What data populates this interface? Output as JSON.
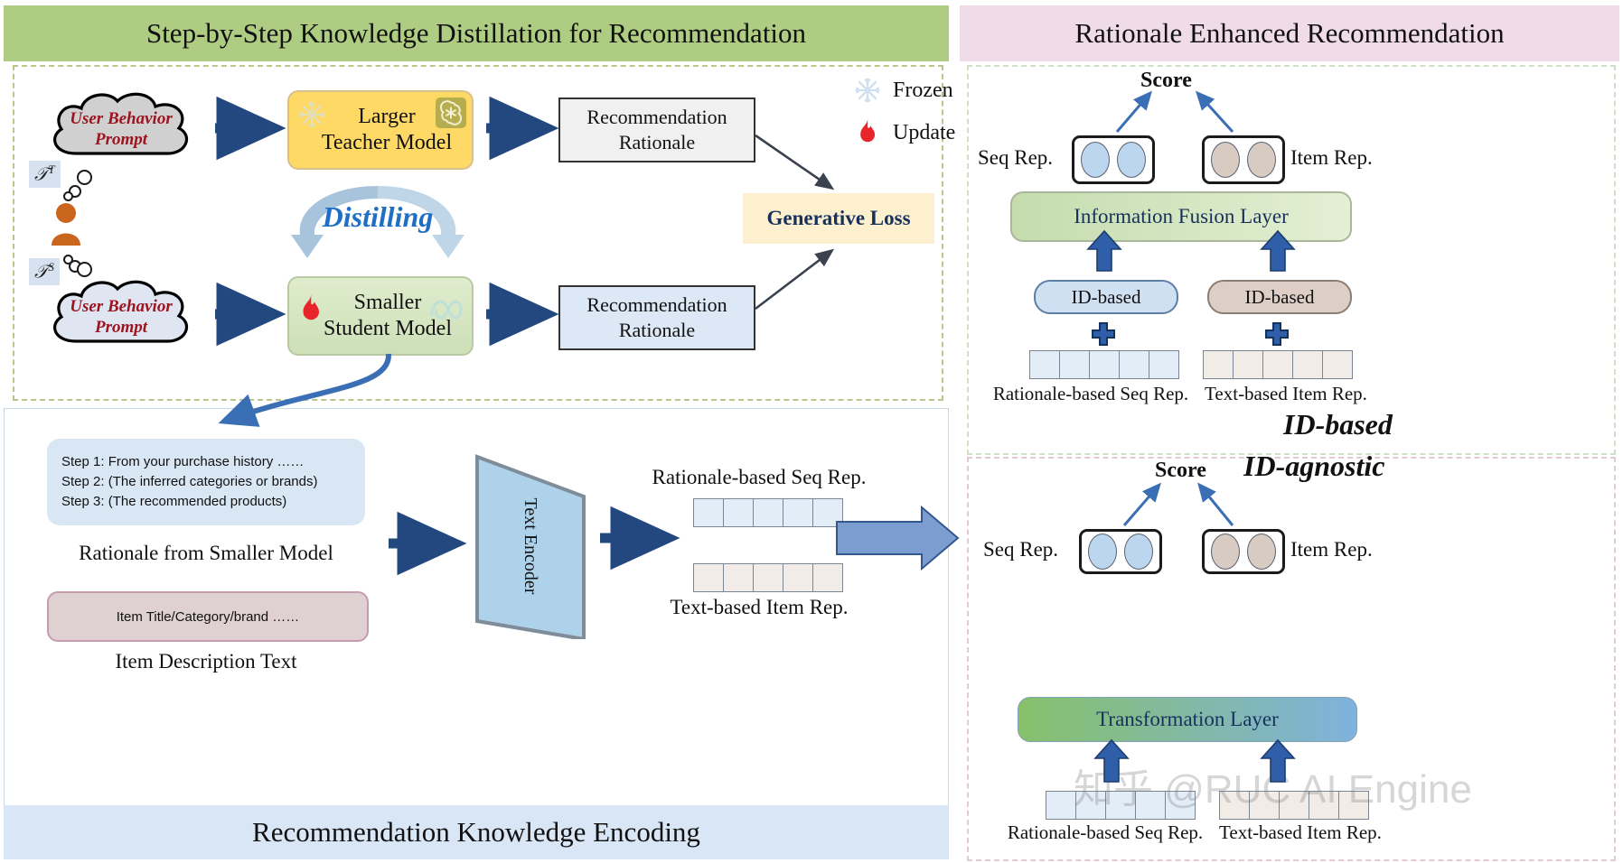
{
  "panels": {
    "distillation": {
      "title": "Step-by-Step Knowledge Distillation for Recommendation",
      "banner_color": "#aecd82"
    },
    "encoding": {
      "title": "Recommendation Knowledge Encoding",
      "banner_color": "#d9e6f5"
    },
    "rationale_enhanced": {
      "title": "Rationale Enhanced Recommendation",
      "banner_color": "#f0dbe8"
    }
  },
  "distillation": {
    "teacher_prompt": "User Behavior Prompt",
    "student_prompt": "User Behavior Prompt",
    "teacher_superscript": "T",
    "student_superscript": "S",
    "teacher_symbol": "𝒯",
    "student_symbol": "𝒯",
    "teacher_model": "Larger\nTeacher Model",
    "teacher_model_line1": "Larger",
    "teacher_model_line2": "Teacher Model",
    "student_model_line1": "Smaller",
    "student_model_line2": "Student Model",
    "distilling_label": "Distilling",
    "rationale_top": "Recommendation\nRationale",
    "rationale_top_line1": "Recommendation",
    "rationale_top_line2": "Rationale",
    "rationale_bottom_line1": "Recommendation",
    "rationale_bottom_line2": "Rationale",
    "generative_loss": "Generative Loss",
    "legend": [
      {
        "icon": "snowflake-icon",
        "label": "Frozen"
      },
      {
        "icon": "flame-icon",
        "label": "Update"
      }
    ],
    "teacher_brand_icon": "openai-logo-icon",
    "student_brand_icon": "meta-logo-icon"
  },
  "encoding": {
    "steps": [
      "Step 1: From your purchase history ……",
      "Step 2: (The inferred categories or brands)",
      "Step 3: (The recommended products)"
    ],
    "steps_caption": "Rationale from Smaller Model",
    "item_text_box": "Item Title/Category/brand ……",
    "item_text_caption": "Item Description Text",
    "encoder_line1": "Text",
    "encoder_line2": "Encoder",
    "seq_rep_label": "Rationale-based Seq Rep.",
    "item_rep_label": "Text-based Item Rep.",
    "seq_cells": 5,
    "item_cells": 5
  },
  "id_based": {
    "tag": "ID-based",
    "score": "Score",
    "seq_rep": "Seq Rep.",
    "item_rep": "Item Rep.",
    "fusion_layer": "Information Fusion Layer",
    "left_pill": "ID-based",
    "right_pill": "ID-based",
    "left_strip_label": "Rationale-based Seq Rep.",
    "right_strip_label": "Text-based Item Rep.",
    "plus_icon": "plus-icon",
    "cells": 5
  },
  "id_agnostic": {
    "tag": "ID-agnostic",
    "score": "Score",
    "seq_rep": "Seq Rep.",
    "item_rep": "Item Rep.",
    "transformation_layer": "Transformation Layer",
    "left_strip_label": "Rationale-based Seq Rep.",
    "right_strip_label": "Text-based Item Rep.",
    "cells": 5
  },
  "watermark": "知乎 @RUC AI Engine",
  "colors": {
    "banner_green": "#aecd82",
    "banner_pink": "#f0dbe8",
    "banner_blue": "#d9e6f5",
    "teacher_yellow": "#ffd966",
    "student_green": "#cde0b8",
    "arrow_blue": "#2f5597",
    "prompt_red": "#9c1420",
    "distilling_blue": "#1f6fc4",
    "loss_cream": "#fdf0cf"
  }
}
